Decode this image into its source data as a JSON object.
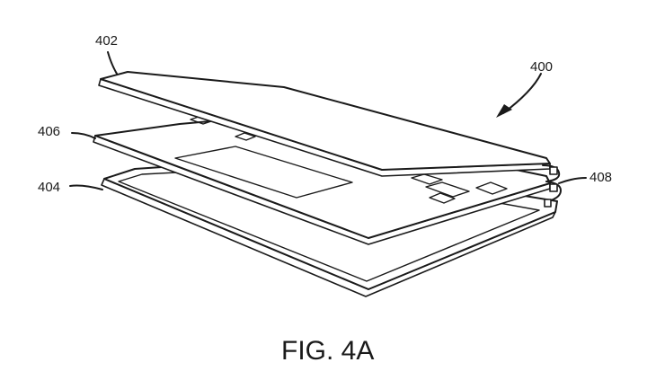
{
  "figure": {
    "caption": "FIG. 4A",
    "labels": {
      "device": "400",
      "top_panel": "402",
      "bottom_panel": "404",
      "middle_panel": "406",
      "hinge": "408"
    }
  }
}
